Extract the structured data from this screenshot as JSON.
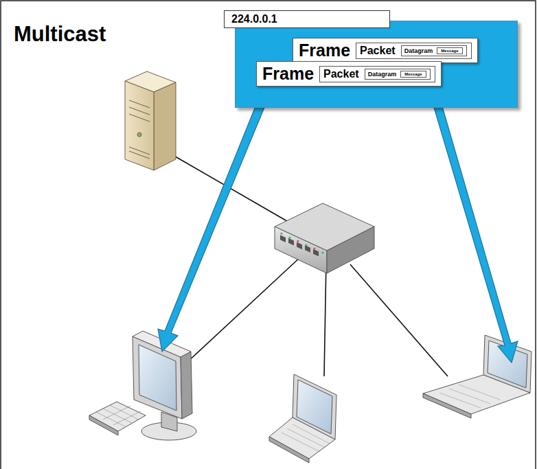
{
  "diagram": {
    "title": "Multicast",
    "nodes": [
      {
        "text": [
          "224.0.0.1"
        ]
      },
      {
        "text": [
          "Frame"
        ],
        "in": 0
      },
      {
        "text": [
          "Packet"
        ],
        "in": 1
      },
      {
        "text": [
          "Datagram"
        ],
        "in": 2
      },
      {
        "text": [
          "Message"
        ],
        "in": 3
      },
      {
        "text": [
          "Frame"
        ],
        "in": 0
      },
      {
        "text": [
          "Packet"
        ],
        "in": 5
      },
      {
        "text": [
          "Datagram"
        ],
        "in": 6
      },
      {
        "text": [
          "Message"
        ],
        "in": 7
      }
    ]
  }
}
